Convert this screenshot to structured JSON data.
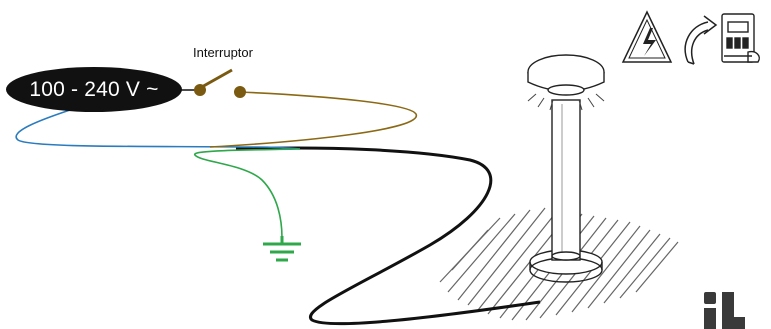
{
  "supply": {
    "label": "100 - 240 V ~"
  },
  "switch": {
    "label": "Interruptor"
  },
  "colors": {
    "live": "#8b6914",
    "neutral": "#2b7bbf",
    "earth": "#2ea84a",
    "cable": "#111111",
    "hatch": "#666666"
  },
  "icons": [
    "electrical-hazard-warning-icon",
    "rotate-arrow-icon",
    "breaker-box-icon",
    "logo-mark"
  ]
}
